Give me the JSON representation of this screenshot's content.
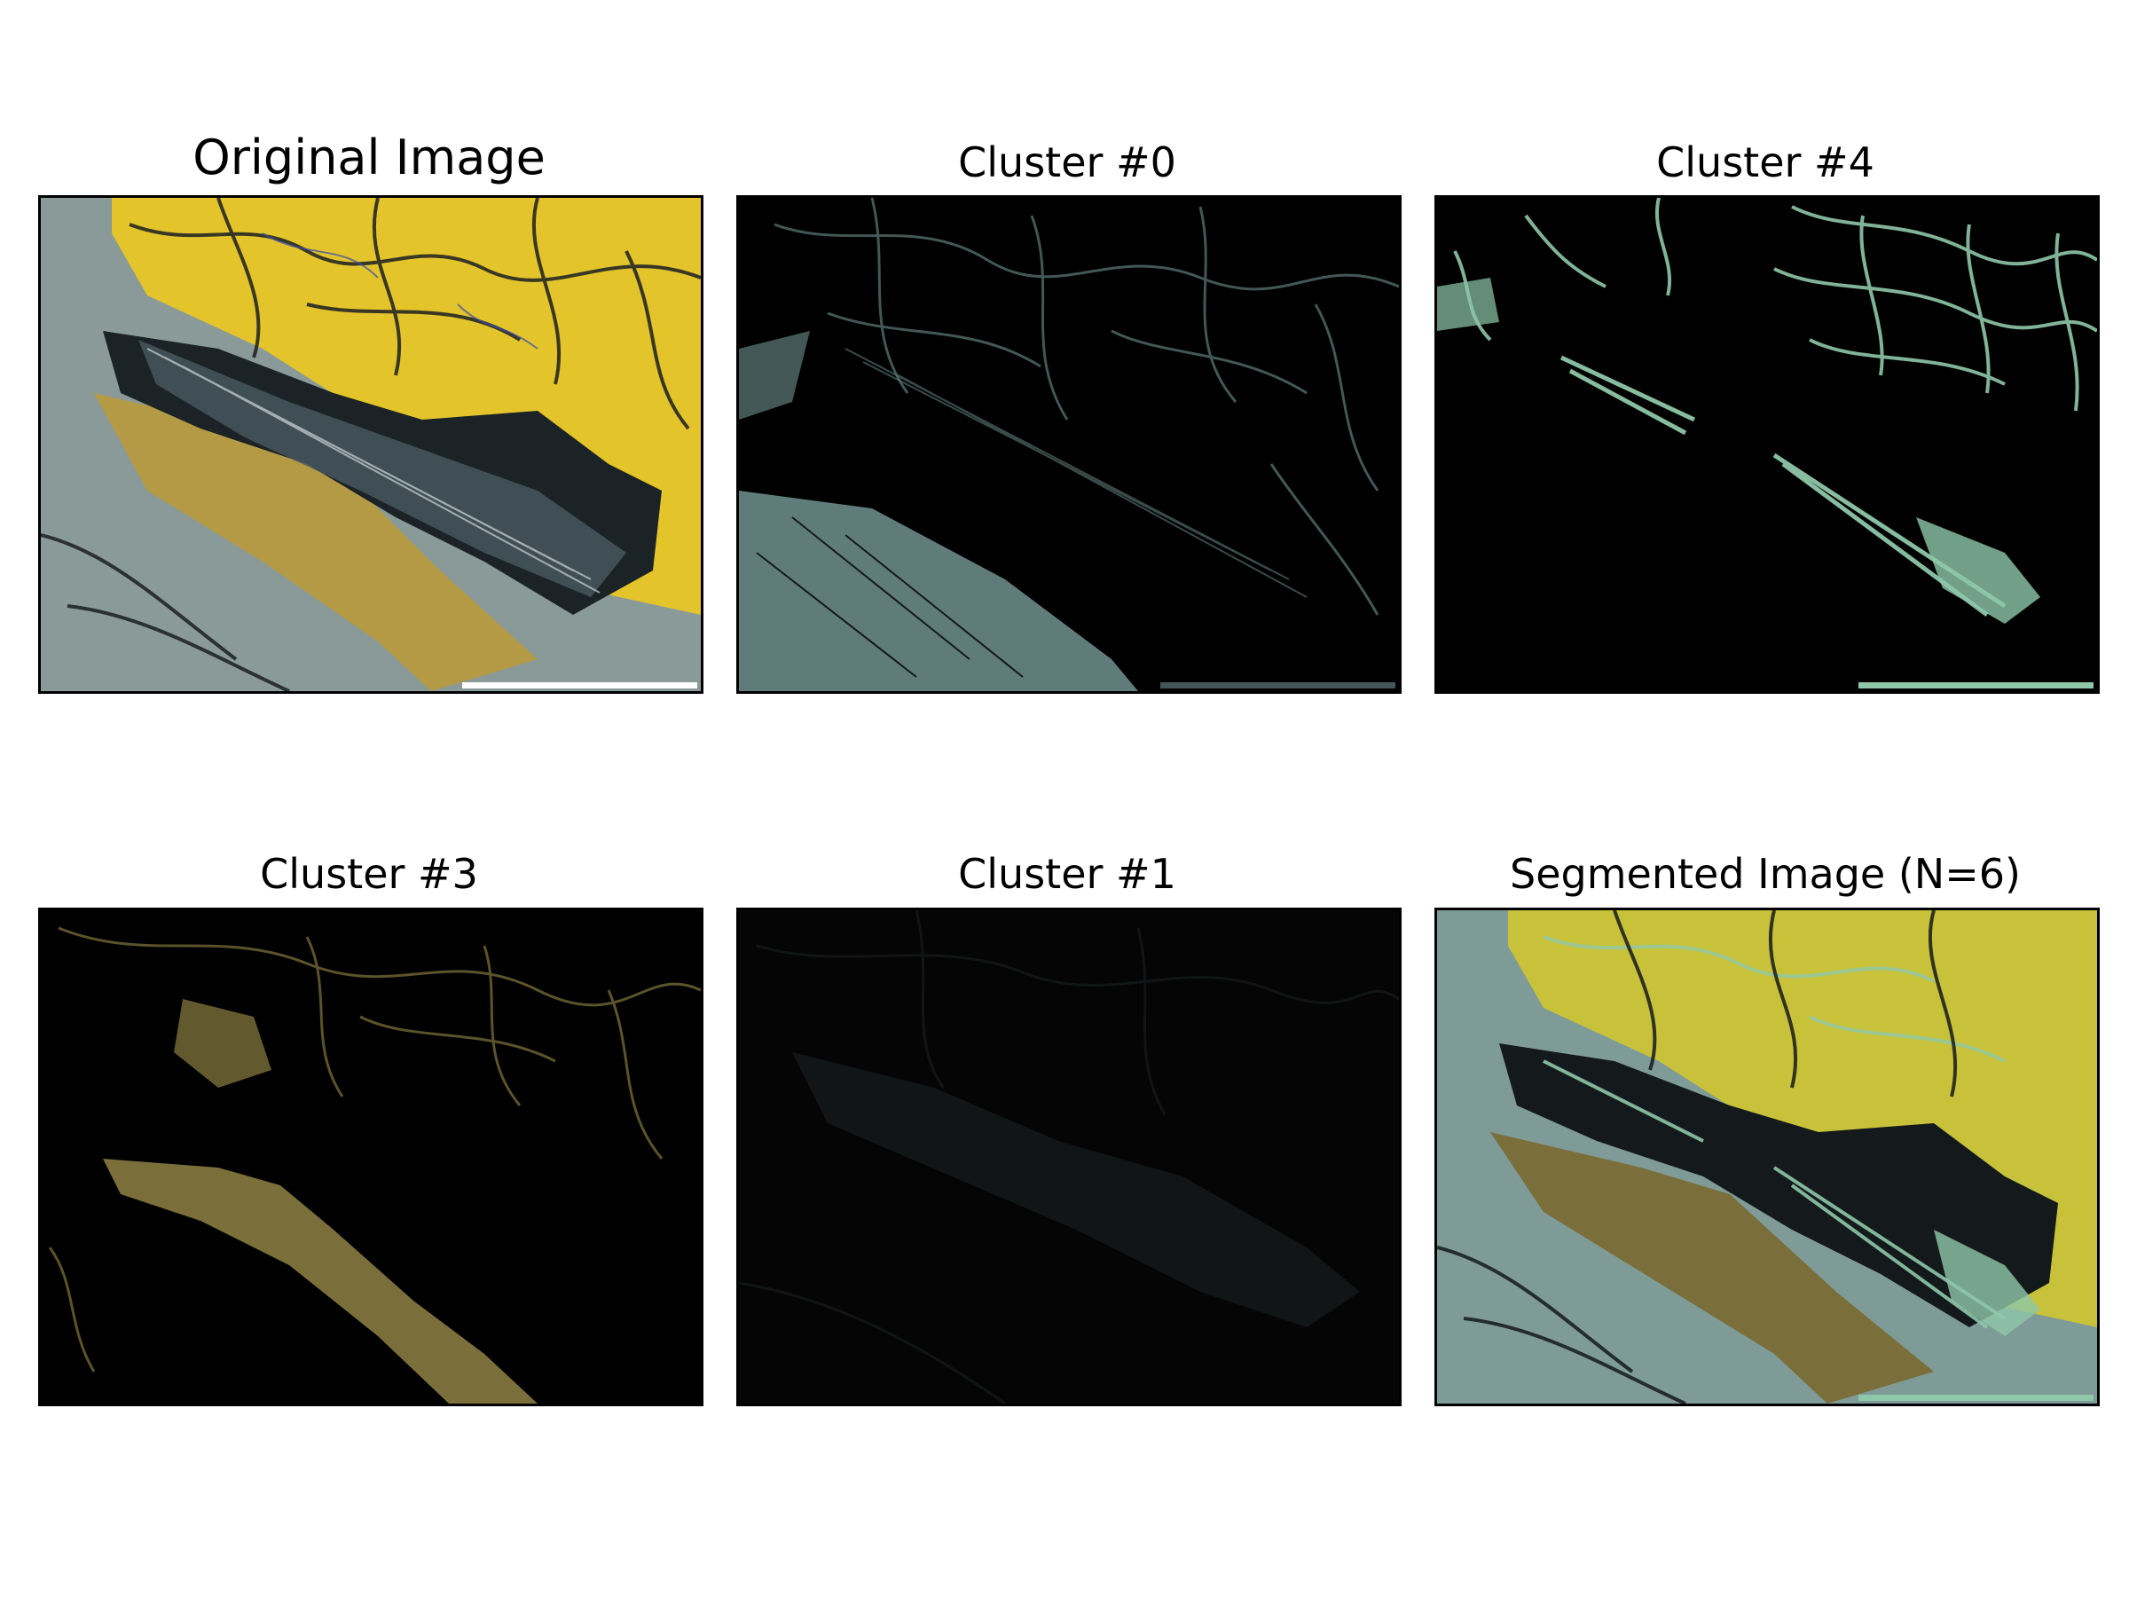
{
  "panels": [
    {
      "title": "Original Image",
      "palette": {
        "base": "#8a9a98",
        "lines": "#1b1f22",
        "accent": "#e3c42b"
      },
      "scalebar_color": "#ffffff"
    },
    {
      "title": "Cluster #0",
      "palette": {
        "base": "#5f7c7b",
        "lines": "#000000"
      },
      "scalebar_color": "#44565a"
    },
    {
      "title": "Cluster #4",
      "palette": {
        "base": "#8fc7a9",
        "lines": "#000000"
      },
      "scalebar_color": "#8fc7a9"
    },
    {
      "title": "Cluster #3",
      "palette": {
        "base": "#7a6f3a",
        "lines": "#000000"
      },
      "scalebar_color": "#000000"
    },
    {
      "title": "Cluster #1",
      "palette": {
        "base": "#121516",
        "lines": "#050505"
      },
      "scalebar_color": "#050505"
    },
    {
      "title": "Segmented Image (N=6)",
      "palette": {
        "base": "#7f9b98",
        "lines": "#141a1c",
        "accent": "#c8c23a"
      },
      "scalebar_color": "#8fc7a9"
    }
  ]
}
